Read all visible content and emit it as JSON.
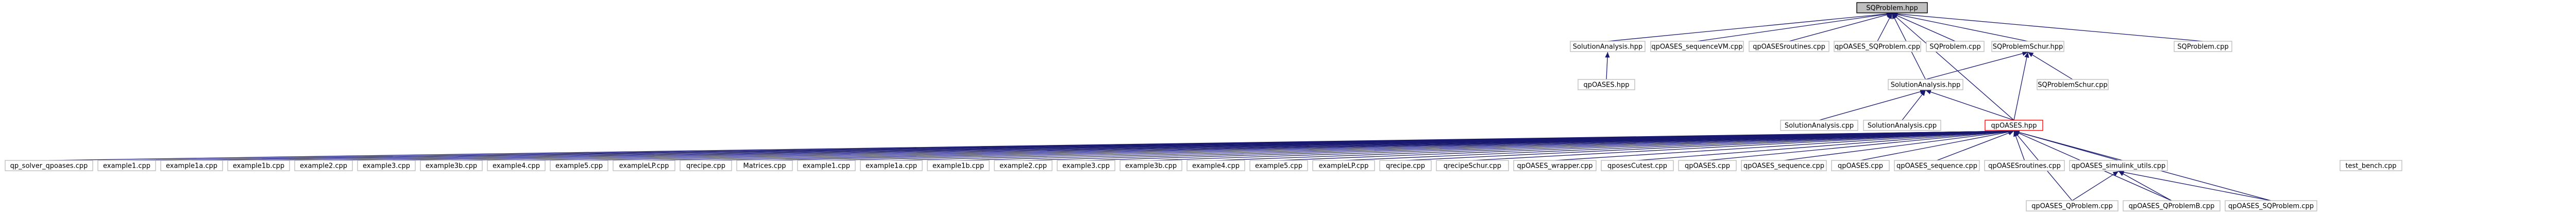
{
  "nodes": [
    {
      "id": "n0",
      "label": "SQProblem.hpp",
      "role": "root"
    },
    {
      "id": "n1",
      "label": "SolutionAnalysis.hpp"
    },
    {
      "id": "n2",
      "label": "qpOASES_sequenceVM.cpp"
    },
    {
      "id": "n3",
      "label": "qpOASESroutines.cpp"
    },
    {
      "id": "n4",
      "label": "qpOASES_SQProblem.cpp"
    },
    {
      "id": "n5",
      "label": "SQProblem.cpp"
    },
    {
      "id": "n6",
      "label": "SQProblemSchur.hpp"
    },
    {
      "id": "n7",
      "label": "SQProblem.cpp"
    },
    {
      "id": "n8",
      "label": "qpOASES.hpp"
    },
    {
      "id": "n9",
      "label": "SolutionAnalysis.hpp"
    },
    {
      "id": "n10",
      "label": "SQProblemSchur.cpp"
    },
    {
      "id": "n11",
      "label": "SolutionAnalysis.cpp"
    },
    {
      "id": "n12",
      "label": "SolutionAnalysis.cpp"
    },
    {
      "id": "n13",
      "label": "qpOASES.hpp",
      "role": "highlight"
    },
    {
      "id": "b0",
      "label": "qp_solver_qpoases.cpp"
    },
    {
      "id": "b1",
      "label": "example1.cpp"
    },
    {
      "id": "b2",
      "label": "example1a.cpp"
    },
    {
      "id": "b3",
      "label": "example1b.cpp"
    },
    {
      "id": "b4",
      "label": "example2.cpp"
    },
    {
      "id": "b5",
      "label": "example3.cpp"
    },
    {
      "id": "b6",
      "label": "example3b.cpp"
    },
    {
      "id": "b7",
      "label": "example4.cpp"
    },
    {
      "id": "b8",
      "label": "example5.cpp"
    },
    {
      "id": "b9",
      "label": "exampleLP.cpp"
    },
    {
      "id": "b10",
      "label": "qrecipe.cpp"
    },
    {
      "id": "b11",
      "label": "Matrices.cpp"
    },
    {
      "id": "b12",
      "label": "example1.cpp"
    },
    {
      "id": "b13",
      "label": "example1a.cpp"
    },
    {
      "id": "b14",
      "label": "example1b.cpp"
    },
    {
      "id": "b15",
      "label": "example2.cpp"
    },
    {
      "id": "b16",
      "label": "example3.cpp"
    },
    {
      "id": "b17",
      "label": "example3b.cpp"
    },
    {
      "id": "b18",
      "label": "example4.cpp"
    },
    {
      "id": "b19",
      "label": "example5.cpp"
    },
    {
      "id": "b20",
      "label": "exampleLP.cpp"
    },
    {
      "id": "b21",
      "label": "qrecipe.cpp"
    },
    {
      "id": "b22",
      "label": "qrecipeSchur.cpp"
    },
    {
      "id": "b23",
      "label": "qpOASES_wrapper.cpp"
    },
    {
      "id": "b24",
      "label": "qposesCutest.cpp"
    },
    {
      "id": "b25",
      "label": "qpOASES.cpp"
    },
    {
      "id": "b26",
      "label": "qpOASES_sequence.cpp"
    },
    {
      "id": "b27",
      "label": "qpOASES.cpp"
    },
    {
      "id": "b28",
      "label": "qpOASES_sequence.cpp"
    },
    {
      "id": "b29",
      "label": "qpOASESroutines.cpp"
    },
    {
      "id": "b30",
      "label": "qpOASES_simulink_utils.cpp"
    },
    {
      "id": "b31",
      "label": "test_bench.cpp"
    },
    {
      "id": "c0",
      "label": "qpOASES_QProblem.cpp"
    },
    {
      "id": "c1",
      "label": "qpOASES_QProblemB.cpp"
    },
    {
      "id": "c2",
      "label": "qpOASES_SQProblem.cpp"
    }
  ]
}
